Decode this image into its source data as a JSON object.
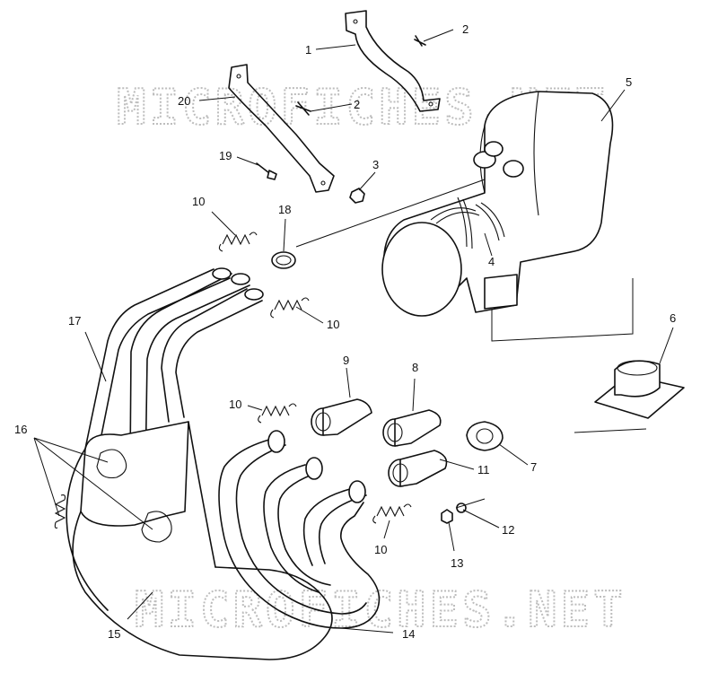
{
  "watermark": {
    "text": "MICROFICHES.NET"
  },
  "callouts": {
    "c1": "1",
    "c2a": "2",
    "c2b": "2",
    "c3": "3",
    "c4": "4",
    "c5": "5",
    "c6": "6",
    "c7": "7",
    "c8": "8",
    "c9": "9",
    "c10a": "10",
    "c10b": "10",
    "c10c": "10",
    "c10d": "10",
    "c11": "11",
    "c12": "12",
    "c13": "13",
    "c14": "14",
    "c15": "15",
    "c16": "16",
    "c17": "17",
    "c18": "18",
    "c19": "19",
    "c20": "20"
  }
}
